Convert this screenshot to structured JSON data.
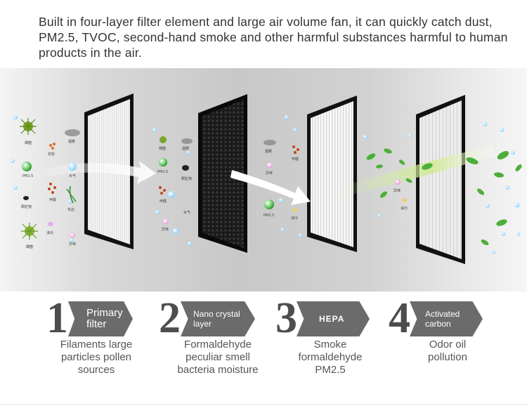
{
  "intro_text": "Built in four-layer filter element and large air volume fan, it can quickly catch dust, PM2.5, TVOC, second-hand smoke and other harmful substances harmful to human products in the air.",
  "particle_labels": {
    "bacteria": "细菌",
    "pollen": "花粉",
    "smoke": "烟雾",
    "pm25": "PM2.5",
    "vapor": "水气",
    "formaldehyde": "甲醛",
    "particulate": "颗粒物",
    "hair": "毛丝",
    "oil": "油污",
    "odor": "异味"
  },
  "steps": [
    {
      "number": "1",
      "label": "Primary filter",
      "description": "Filaments large particles pollen sources"
    },
    {
      "number": "2",
      "label": "Nano crystal layer",
      "description": "Formaldehyde peculiar smell bacteria moisture"
    },
    {
      "number": "3",
      "label": "HEPA",
      "description": "Smoke formaldehyde PM2.5"
    },
    {
      "number": "4",
      "label": "Activated carbon",
      "description": "Odor oil pollution"
    }
  ],
  "colors": {
    "arrow": "#6b6b6b",
    "number": "#4d4d4d",
    "leaf": "#4caf3a",
    "frame": "#111111"
  }
}
